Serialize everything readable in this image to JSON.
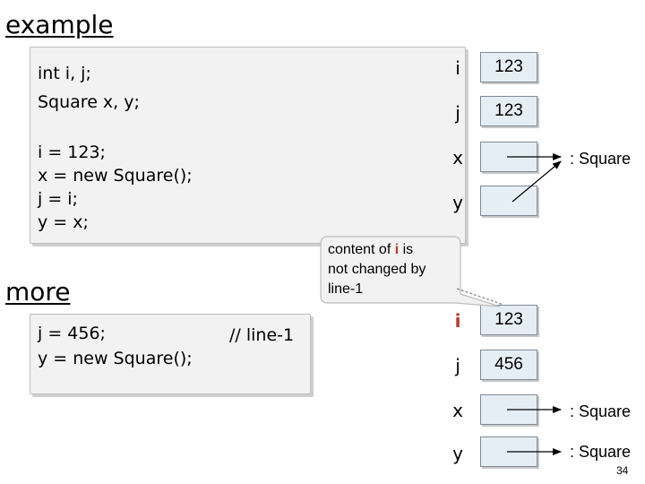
{
  "headings": {
    "example": "example",
    "more": "more"
  },
  "code_top": {
    "line1": "int i, j;",
    "line2": "Square x, y;",
    "line3": "i = 123;",
    "line4": "x = new Square();",
    "line5": "j = i;",
    "line6": "y = x;"
  },
  "code_bottom": {
    "line1": "j = 456;",
    "line2": "y = new Square();",
    "comment": "// line-1"
  },
  "state_before": {
    "i_label": "i",
    "i_value": "123",
    "j_label": "j",
    "j_value": "123",
    "x_label": "x",
    "y_label": "y",
    "object_label": ": Square"
  },
  "state_after": {
    "i_label": "i",
    "i_value": "123",
    "j_label": "j",
    "j_value": "456",
    "x_label": "x",
    "y_label": "y",
    "object_x_label": ": Square",
    "object_y_label": ": Square"
  },
  "callout": {
    "part1": "content of ",
    "highlight": "i",
    "part2": " is",
    "line2": "not changed by",
    "line3": "line-1"
  },
  "slide_number": "34",
  "colors": {
    "highlight": "#c0392b",
    "box_fill": "#e6eef5",
    "panel_fill": "#f2f2f2"
  }
}
